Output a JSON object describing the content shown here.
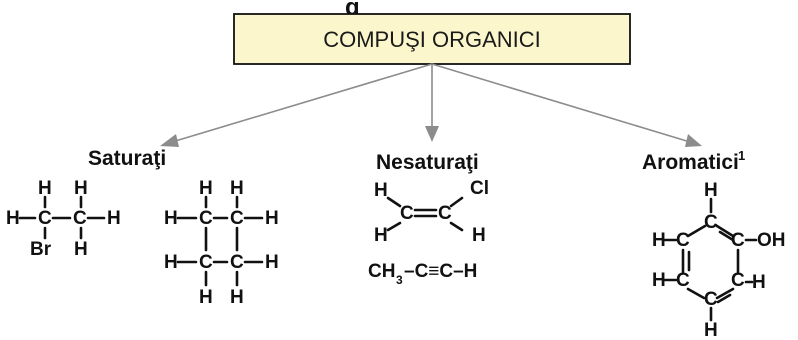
{
  "header_partial": "g",
  "root": {
    "label": "COMPUŞI ORGANICI"
  },
  "categories": {
    "saturated": {
      "label": "Saturaţi"
    },
    "unsaturated": {
      "label": "Nesaturaţi"
    },
    "aromatic": {
      "label": "Aromatici",
      "footnote": "1"
    }
  },
  "atoms": {
    "H": "H",
    "C": "C",
    "Br": "Br",
    "Cl": "Cl",
    "OH": "OH"
  },
  "acetylene": {
    "ch3": "CH",
    "sub": "3",
    "tail": "–C≡C–H"
  },
  "colors": {
    "box_fill": "#fbf6cc",
    "arrow": "#8c8c8c",
    "ink": "#111111"
  }
}
